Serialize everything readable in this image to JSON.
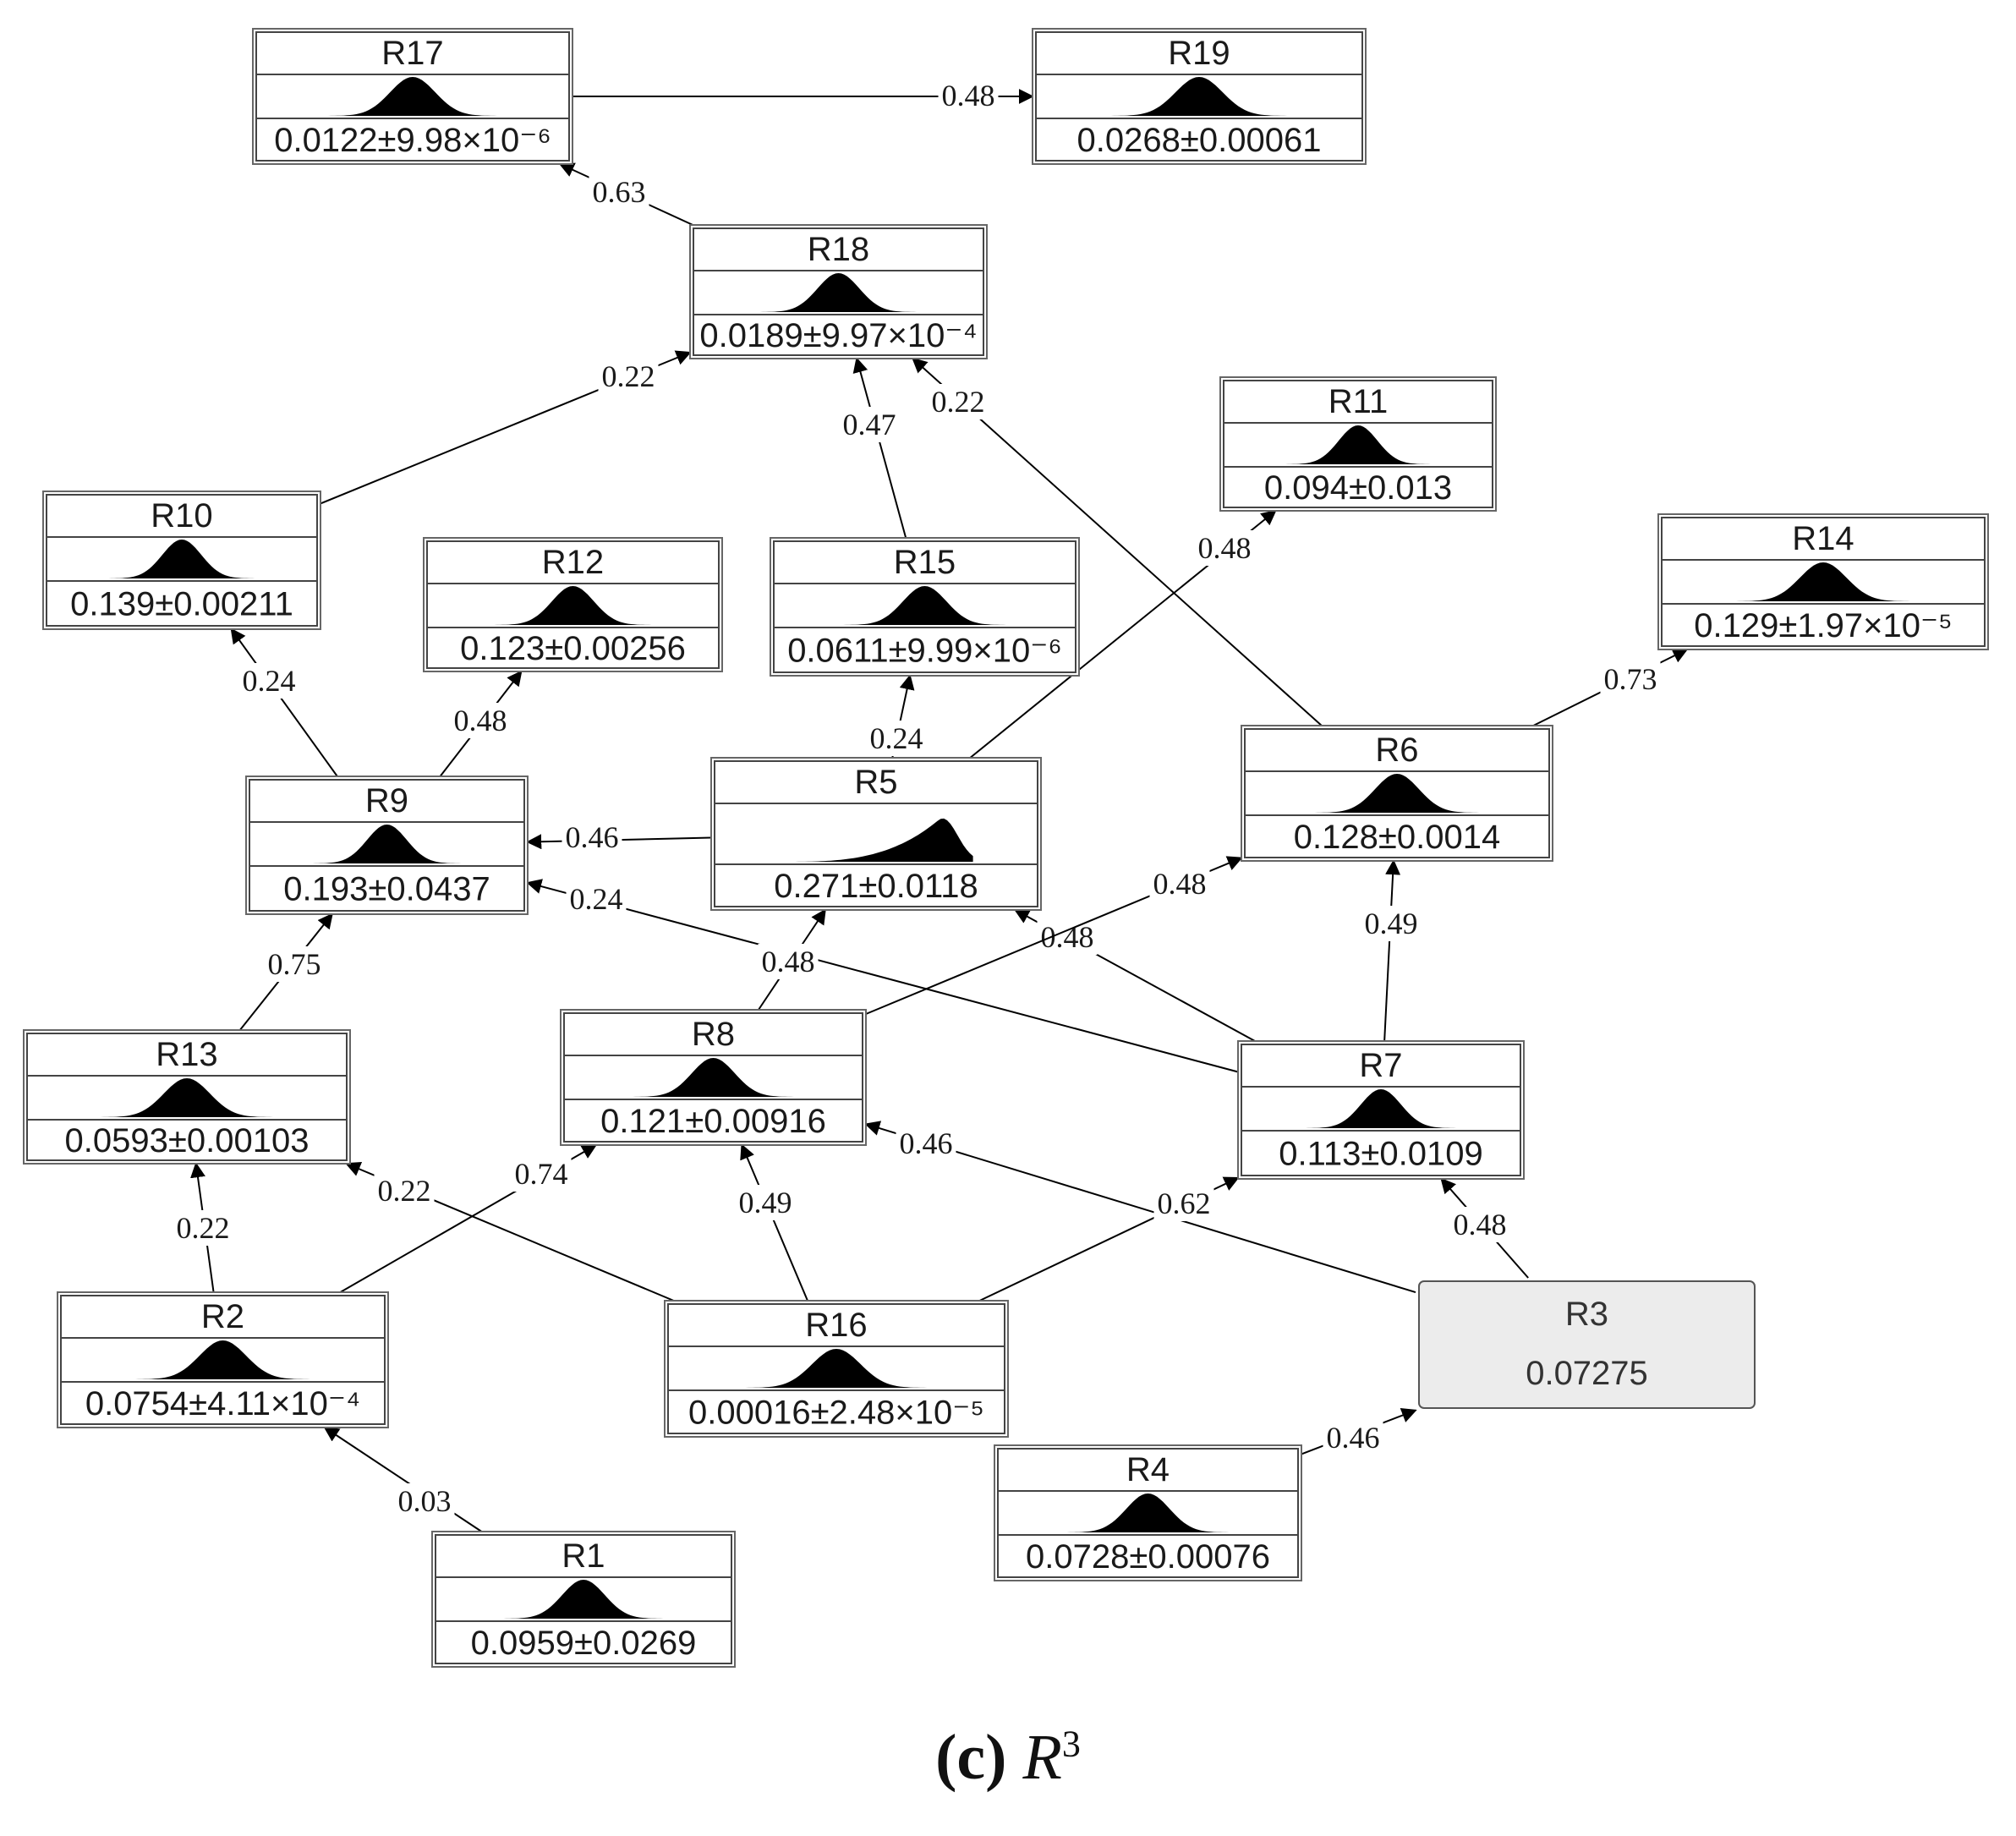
{
  "nodes": [
    {
      "id": "R17",
      "name": "R17",
      "value": "0.0122±9.98×10⁻⁶"
    },
    {
      "id": "R19",
      "name": "R19",
      "value": "0.0268±0.00061"
    },
    {
      "id": "R18",
      "name": "R18",
      "value": "0.0189±9.97×10⁻⁴"
    },
    {
      "id": "R11",
      "name": "R11",
      "value": "0.094±0.013"
    },
    {
      "id": "R10",
      "name": "R10",
      "value": "0.139±0.00211"
    },
    {
      "id": "R12",
      "name": "R12",
      "value": "0.123±0.00256"
    },
    {
      "id": "R15",
      "name": "R15",
      "value": "0.0611±9.99×10⁻⁶"
    },
    {
      "id": "R14",
      "name": "R14",
      "value": "0.129±1.97×10⁻⁵"
    },
    {
      "id": "R9",
      "name": "R9",
      "value": "0.193±0.0437"
    },
    {
      "id": "R5",
      "name": "R5",
      "value": "0.271±0.0118"
    },
    {
      "id": "R6",
      "name": "R6",
      "value": "0.128±0.0014"
    },
    {
      "id": "R13",
      "name": "R13",
      "value": "0.0593±0.00103"
    },
    {
      "id": "R8",
      "name": "R8",
      "value": "0.121±0.00916"
    },
    {
      "id": "R7",
      "name": "R7",
      "value": "0.113±0.0109"
    },
    {
      "id": "R2",
      "name": "R2",
      "value": "0.0754±4.11×10⁻⁴"
    },
    {
      "id": "R16",
      "name": "R16",
      "value": "0.00016±2.48×10⁻⁵"
    },
    {
      "id": "R4",
      "name": "R4",
      "value": "0.0728±0.00076"
    },
    {
      "id": "R1",
      "name": "R1",
      "value": "0.0959±0.0269"
    }
  ],
  "observed": {
    "id": "R3",
    "name": "R3",
    "value": "0.07275"
  },
  "edges": [
    {
      "from": "R17",
      "to": "R19",
      "weight": "0.48"
    },
    {
      "from": "R18",
      "to": "R17",
      "weight": "0.63"
    },
    {
      "from": "R10",
      "to": "R18",
      "weight": "0.22"
    },
    {
      "from": "R15",
      "to": "R18",
      "weight": "0.47"
    },
    {
      "from": "R6",
      "to": "R18",
      "weight": "0.22"
    },
    {
      "from": "R5",
      "to": "R11",
      "weight": "0.48"
    },
    {
      "from": "R6",
      "to": "R14",
      "weight": "0.73"
    },
    {
      "from": "R9",
      "to": "R10",
      "weight": "0.24"
    },
    {
      "from": "R9",
      "to": "R12",
      "weight": "0.48"
    },
    {
      "from": "R5",
      "to": "R15",
      "weight": "0.24"
    },
    {
      "from": "R5",
      "to": "R9",
      "weight": "0.46"
    },
    {
      "from": "R7",
      "to": "R9",
      "weight": "0.24"
    },
    {
      "from": "R13",
      "to": "R9",
      "weight": "0.75"
    },
    {
      "from": "R8",
      "to": "R5",
      "weight": "0.48"
    },
    {
      "from": "R7",
      "to": "R5",
      "weight": "0.48"
    },
    {
      "from": "R8",
      "to": "R6",
      "weight": "0.48"
    },
    {
      "from": "R7",
      "to": "R6",
      "weight": "0.49"
    },
    {
      "from": "R2",
      "to": "R13",
      "weight": "0.22"
    },
    {
      "from": "R16",
      "to": "R13",
      "weight": "0.22"
    },
    {
      "from": "R2",
      "to": "R8",
      "weight": "0.74"
    },
    {
      "from": "R16",
      "to": "R8",
      "weight": "0.49"
    },
    {
      "from": "R3",
      "to": "R8",
      "weight": "0.46"
    },
    {
      "from": "R16",
      "to": "R7",
      "weight": "0.62"
    },
    {
      "from": "R3",
      "to": "R7",
      "weight": "0.48"
    },
    {
      "from": "R1",
      "to": "R2",
      "weight": "0.03"
    },
    {
      "from": "R4",
      "to": "R3",
      "weight": "0.46"
    }
  ],
  "caption": {
    "letter": "(c)",
    "var": "R",
    "sup": "3"
  }
}
